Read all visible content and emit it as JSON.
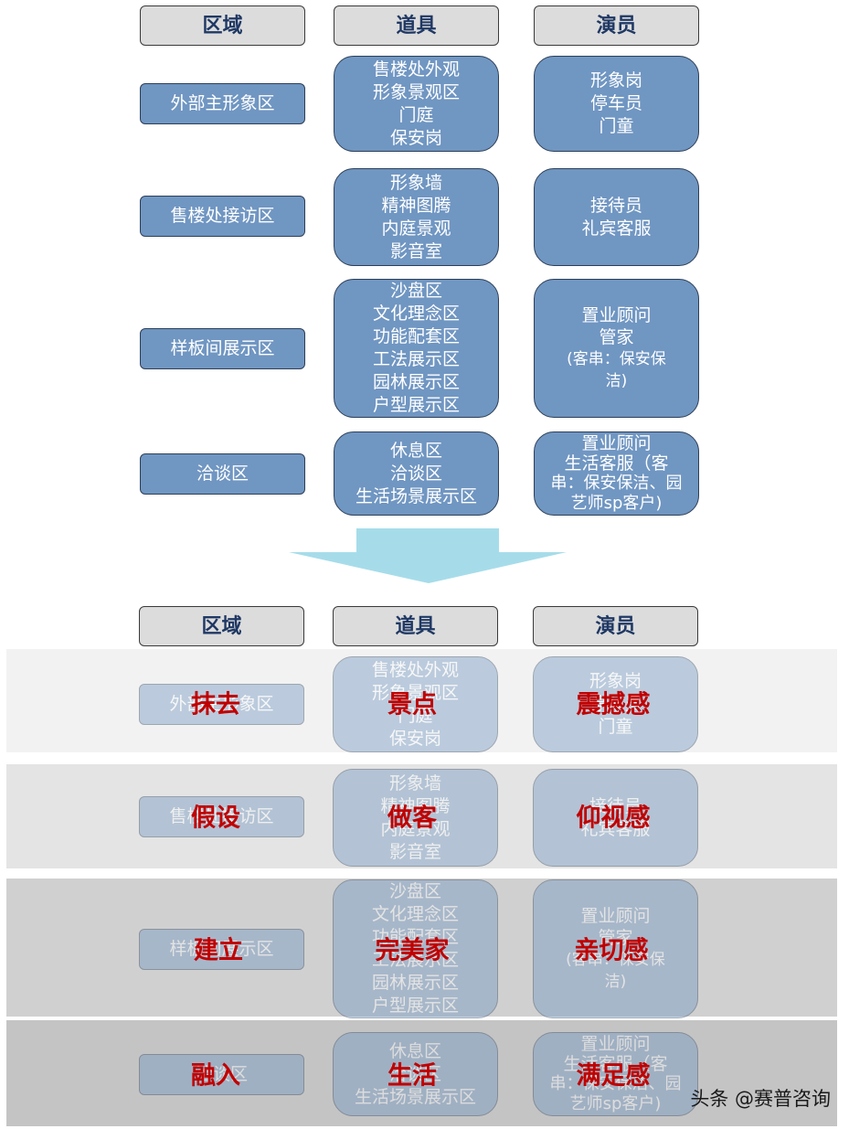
{
  "headers": {
    "zone": "区域",
    "prop": "道具",
    "actor": "演员"
  },
  "rows": [
    {
      "zone": "外部主形象区",
      "props": [
        "售楼处外观",
        "形象景观区",
        "门庭",
        "保安岗"
      ],
      "actors": [
        "形象岗",
        "停车员",
        "门童"
      ]
    },
    {
      "zone": "售楼处接访区",
      "props": [
        "形象墙",
        "精神图腾",
        "内庭景观",
        "影音室"
      ],
      "actors": [
        "接待员",
        "礼宾客服"
      ]
    },
    {
      "zone": "样板间展示区",
      "props": [
        "沙盘区",
        "文化理念区",
        "功能配套区",
        "工法展示区",
        "园林展示区",
        "户型展示区"
      ],
      "actors": [
        "置业顾问",
        "管家",
        "(客串：保安保",
        "洁)"
      ]
    },
    {
      "zone": "洽谈区",
      "props": [
        "休息区",
        "洽谈区",
        "生活场景展示区"
      ],
      "actors": [
        "置业顾问",
        "生活客服（客",
        "串：保安保洁、园",
        "艺师sp客户)"
      ]
    }
  ],
  "overlays": [
    {
      "zone": "抹去",
      "prop": "景点",
      "actor": "震撼感"
    },
    {
      "zone": "假设",
      "prop": "做客",
      "actor": "仰视感"
    },
    {
      "zone": "建立",
      "prop": "完美家",
      "actor": "亲切感"
    },
    {
      "zone": "融入",
      "prop": "生活",
      "actor": "满足感"
    }
  ],
  "watermark": "头条 @赛普咨询",
  "colors": {
    "header_bg": "#dcdcdc",
    "header_text": "#1f3864",
    "box_bg": "#7096c2",
    "box_border": "#2d3f57",
    "arrow": "#a6dcea",
    "overlay_text": "#c00000",
    "band_1": "#f2f2f2",
    "band_2": "#e4e4e4",
    "band_3": "#d0d0d0",
    "band_4": "#c4c4c4"
  },
  "icons": [
    "down-arrow-icon"
  ]
}
